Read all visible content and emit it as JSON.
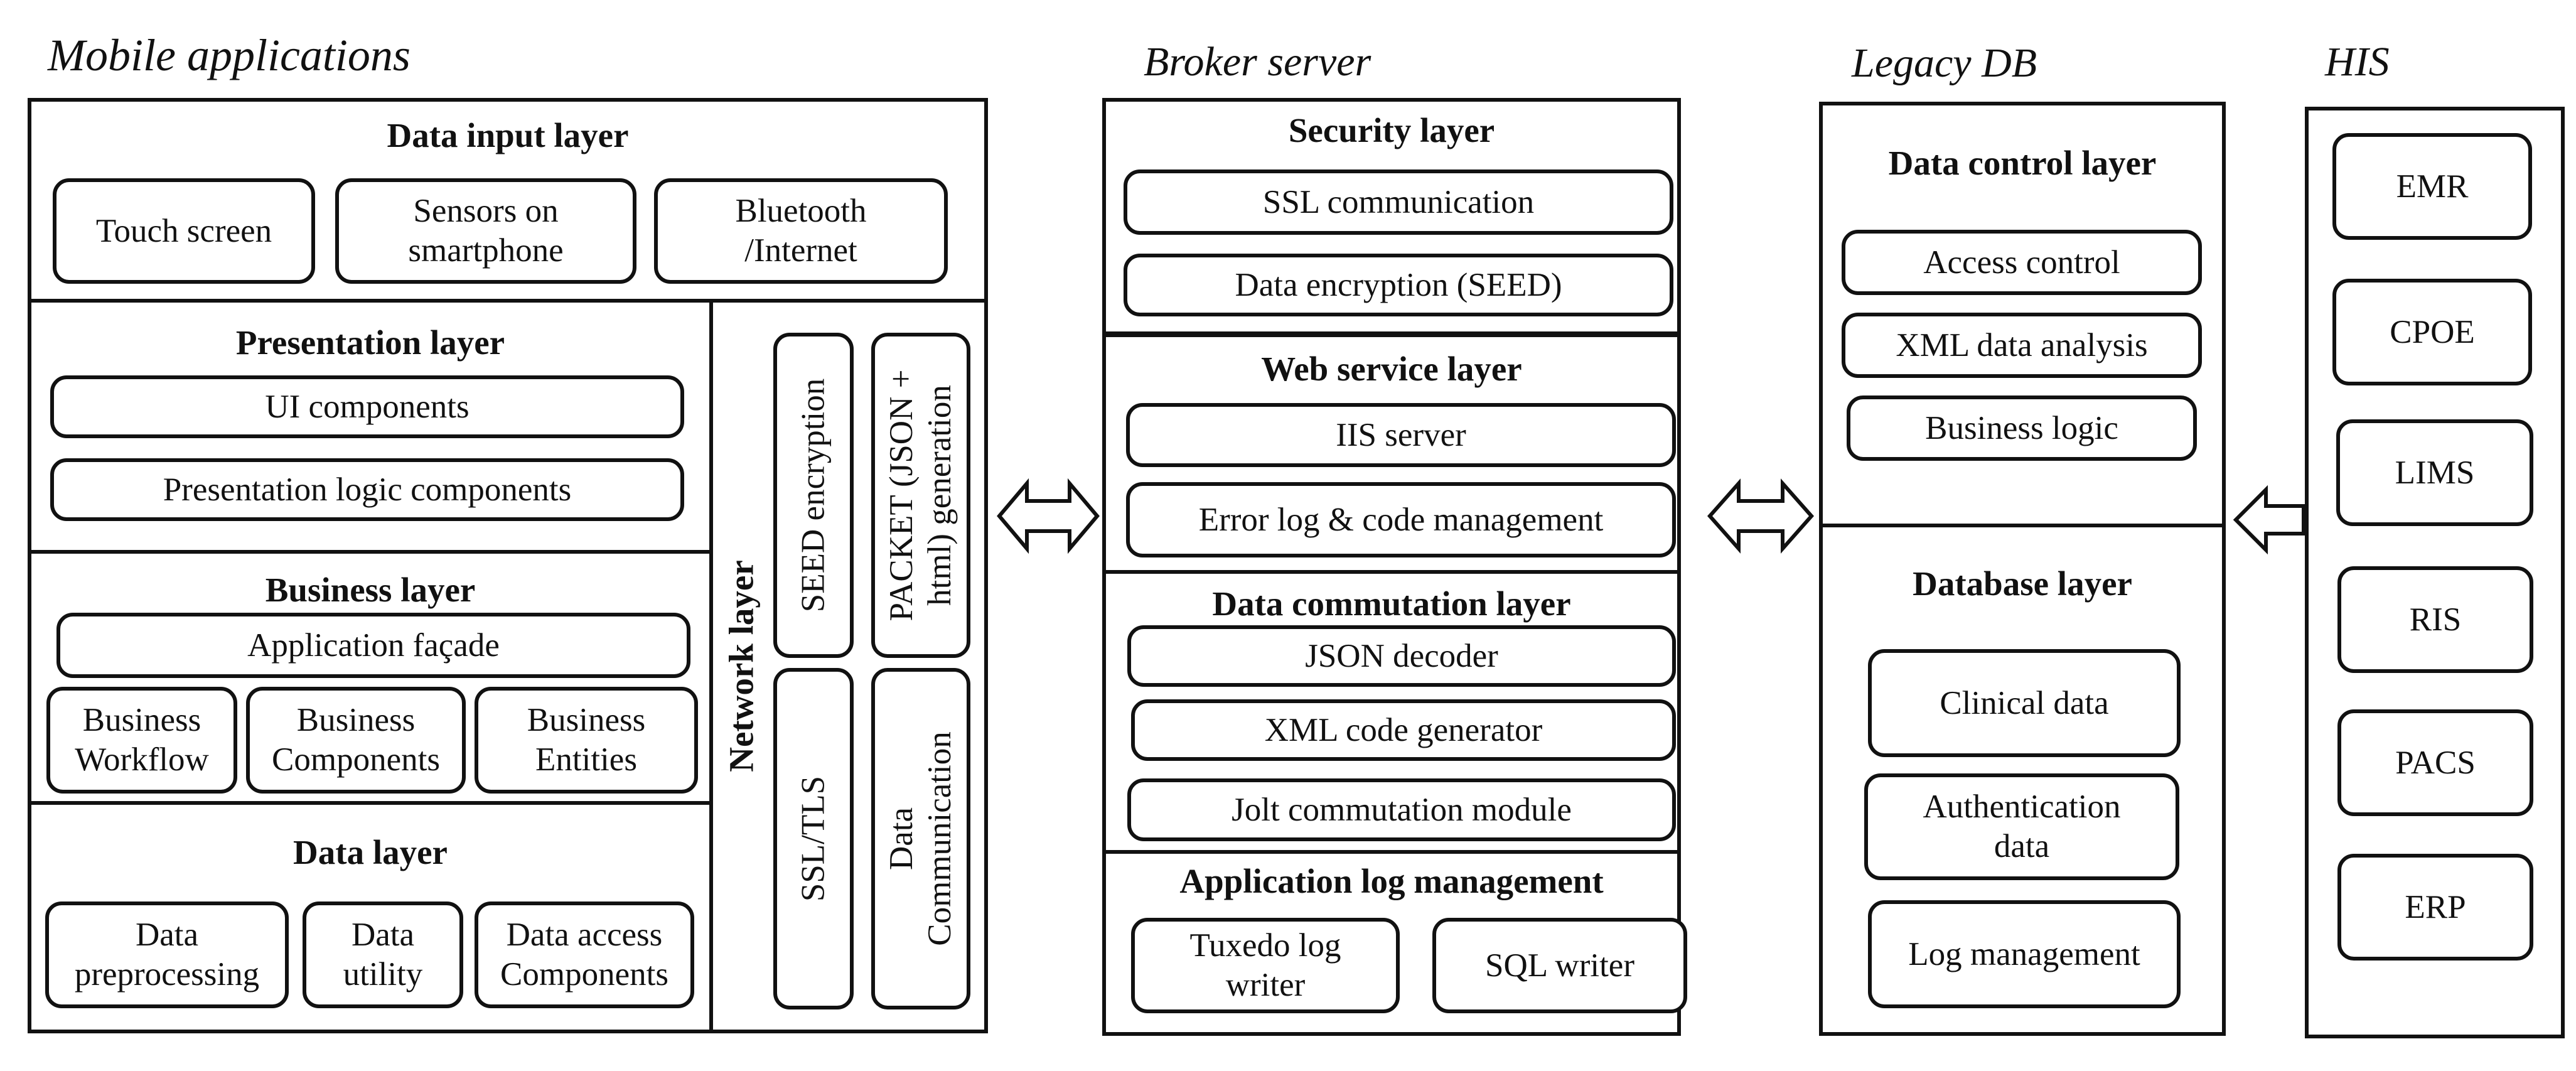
{
  "mobile": {
    "title": "Mobile applications",
    "data_input": {
      "heading": "Data input  layer",
      "items": [
        "Touch screen",
        "Sensors on\nsmartphone",
        "Bluetooth\n/Internet"
      ]
    },
    "presentation": {
      "heading": "Presentation layer",
      "items": [
        "UI components",
        "Presentation logic components"
      ]
    },
    "business": {
      "heading": "Business layer",
      "facade": "Application façade",
      "items": [
        "Business\nWorkflow",
        "Business\nComponents",
        "Business\nEntities"
      ]
    },
    "data_layer": {
      "heading": "Data layer",
      "items": [
        "Data\npreprocessing",
        "Data\nutility",
        "Data access\nComponents"
      ]
    },
    "network": {
      "heading": "Network layer",
      "items": [
        "SEED encryption",
        "PACKET (JSON +\nhtml) generation",
        "SSL/TLS",
        "Data\nCommunication"
      ]
    }
  },
  "broker": {
    "title": "Broker server",
    "security": {
      "heading": "Security layer",
      "items": [
        "SSL  communication",
        "Data encryption (SEED)"
      ]
    },
    "web_service": {
      "heading": "Web service layer",
      "items": [
        "IIS  server",
        "Error log & code management"
      ]
    },
    "commutation": {
      "heading": "Data commutation layer",
      "items": [
        "JSON decoder",
        "XML  code generator",
        "Jolt commutation module"
      ]
    },
    "app_log": {
      "heading": "Application log management",
      "items": [
        "Tuxedo log\nwriter",
        "SQL  writer"
      ]
    }
  },
  "legacy": {
    "title": "Legacy DB",
    "control": {
      "heading": "Data control layer",
      "items": [
        "Access control",
        "XML  data analysis",
        "Business logic"
      ]
    },
    "database": {
      "heading": "Database layer",
      "items": [
        "Clinical data",
        "Authentication\ndata",
        "Log management"
      ]
    }
  },
  "his": {
    "title": "HIS",
    "items": [
      "EMR",
      "CPOE",
      "LIMS",
      "RIS",
      "PACS",
      "ERP"
    ]
  }
}
